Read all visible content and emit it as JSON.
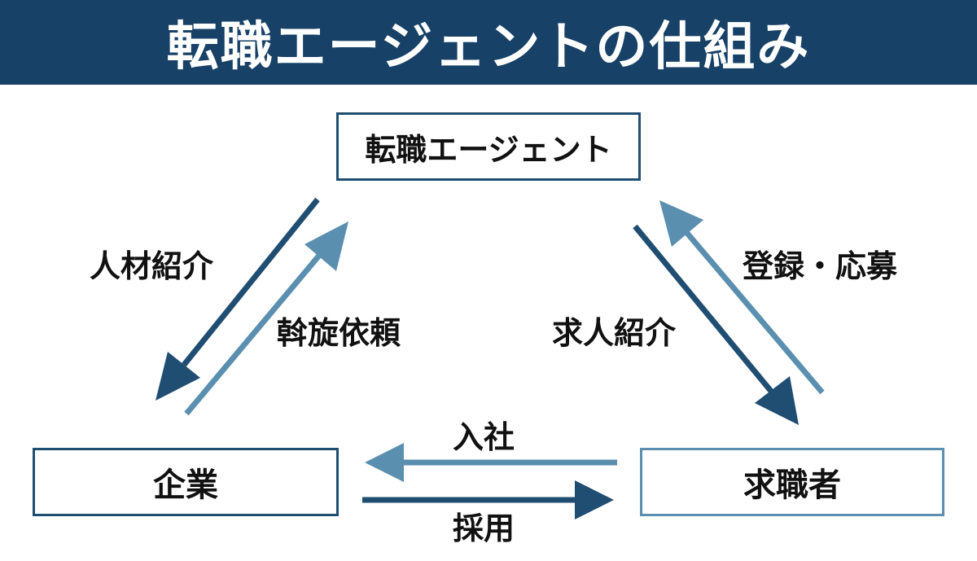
{
  "header": {
    "title": "転職エージェントの仕組み"
  },
  "nodes": {
    "agent": "転職エージェント",
    "company": "企業",
    "seeker": "求職者"
  },
  "edges": {
    "agent_to_company": "人材紹介",
    "company_to_agent": "斡旋依頼",
    "agent_to_seeker": "求人紹介",
    "seeker_to_agent": "登録・応募",
    "seeker_to_company": "入社",
    "company_to_seeker": "採用"
  },
  "colors": {
    "header_bg": "#174166",
    "dark_arrow": "#1f4e72",
    "light_arrow": "#5a8fb0",
    "text": "#111111"
  }
}
